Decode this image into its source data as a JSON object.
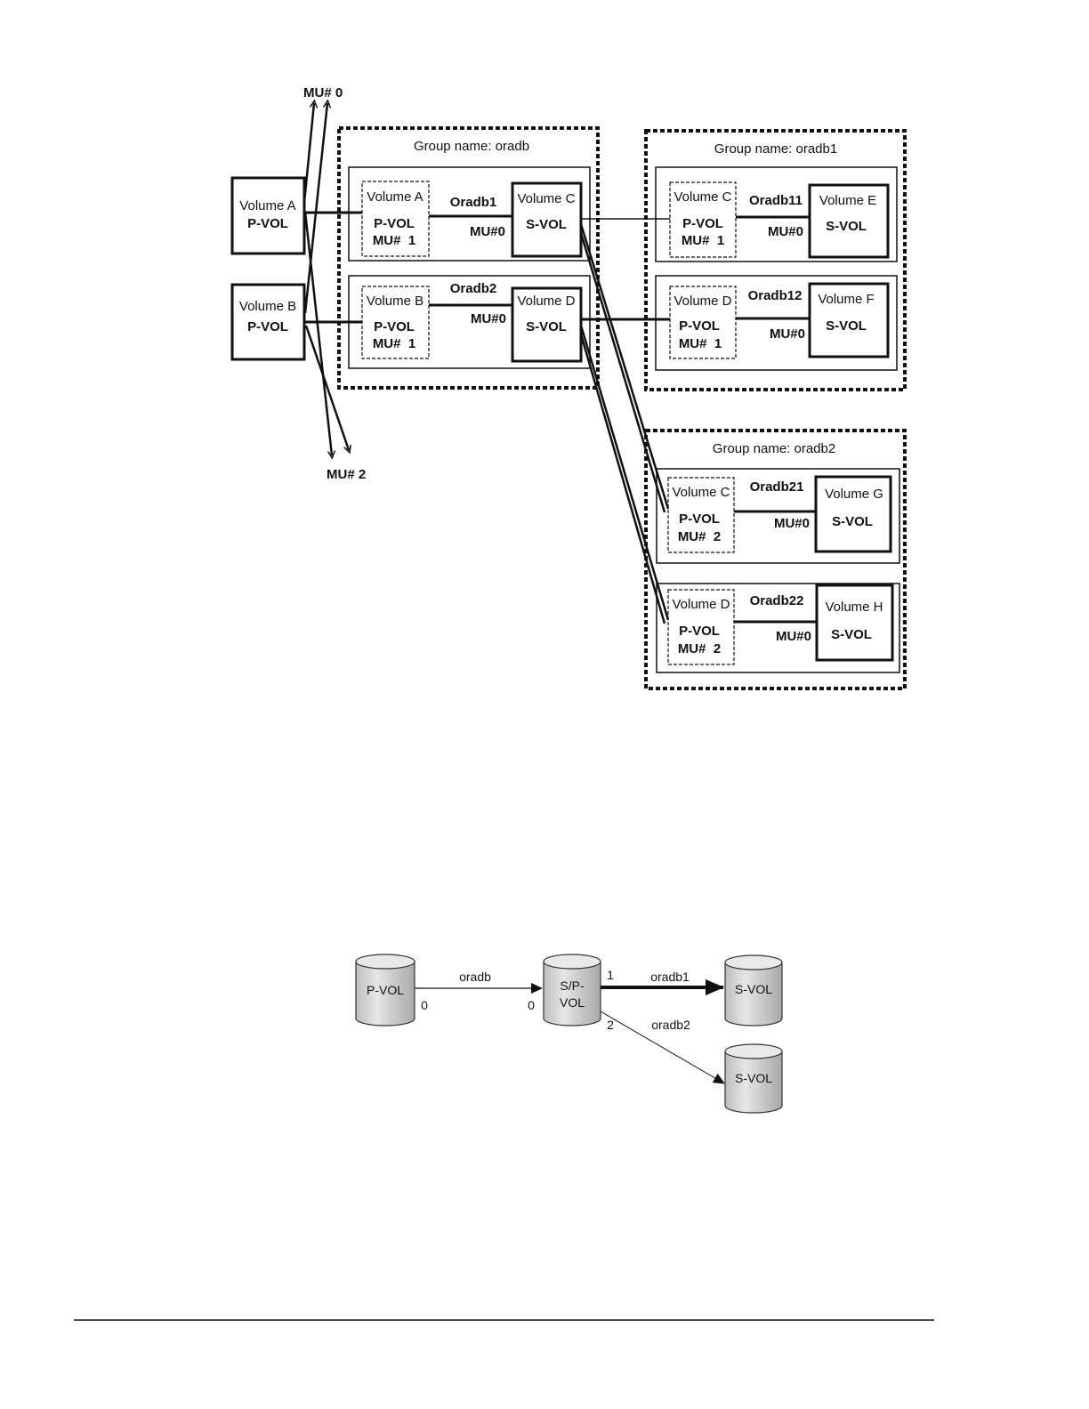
{
  "top_diagram": {
    "mu0_label": "MU# 0",
    "mu2_label": "MU# 2",
    "host_volumes": [
      {
        "name": "Volume A",
        "role": "P-VOL"
      },
      {
        "name": "Volume B",
        "role": "P-VOL"
      }
    ],
    "groups": {
      "oradb": {
        "title": "Group name: oradb",
        "pairs": [
          {
            "pair": "Oradb1",
            "p_name": "Volume A",
            "p_role": "P-VOL",
            "p_mu": "MU#  1",
            "s_name": "Volume C",
            "s_role": "S-VOL",
            "s_mu": "MU#0"
          },
          {
            "pair": "Oradb2",
            "p_name": "Volume B",
            "p_role": "P-VOL",
            "p_mu": "MU#  1",
            "s_name": "Volume D",
            "s_role": "S-VOL",
            "s_mu": "MU#0"
          }
        ]
      },
      "oradb1": {
        "title": "Group name: oradb1",
        "pairs": [
          {
            "pair": "Oradb11",
            "p_name": "Volume C",
            "p_role": "P-VOL",
            "p_mu": "MU#  1",
            "s_name": "Volume E",
            "s_role": "S-VOL",
            "s_mu": "MU#0"
          },
          {
            "pair": "Oradb12",
            "p_name": "Volume D",
            "p_role": "P-VOL",
            "p_mu": "MU#  1",
            "s_name": "Volume F",
            "s_role": "S-VOL",
            "s_mu": "MU#0"
          }
        ]
      },
      "oradb2": {
        "title": "Group name: oradb2",
        "pairs": [
          {
            "pair": "Oradb21",
            "p_name": "Volume C",
            "p_role": "P-VOL",
            "p_mu": "MU#  2",
            "s_name": "Volume G",
            "s_role": "S-VOL",
            "s_mu": "MU#0"
          },
          {
            "pair": "Oradb22",
            "p_name": "Volume D",
            "p_role": "P-VOL",
            "p_mu": "MU#  2",
            "s_name": "Volume H",
            "s_role": "S-VOL",
            "s_mu": "MU#0"
          }
        ]
      }
    }
  },
  "bottom_diagram": {
    "pvol": "P-VOL",
    "spvol_line1": "S/P-",
    "spvol_line2": "VOL",
    "svol1": "S-VOL",
    "svol2": "S-VOL",
    "edge_oradb": "oradb",
    "edge_oradb1": "oradb1",
    "edge_oradb2": "oradb2",
    "mu_pvol": "0",
    "mu_spvol_in": "0",
    "mu_spvol_out1": "1",
    "mu_spvol_out2": "2"
  },
  "colors": {
    "line": "#111111",
    "cylinder_fill": "#d4d4d4",
    "cylinder_top": "#e8e8e8"
  }
}
